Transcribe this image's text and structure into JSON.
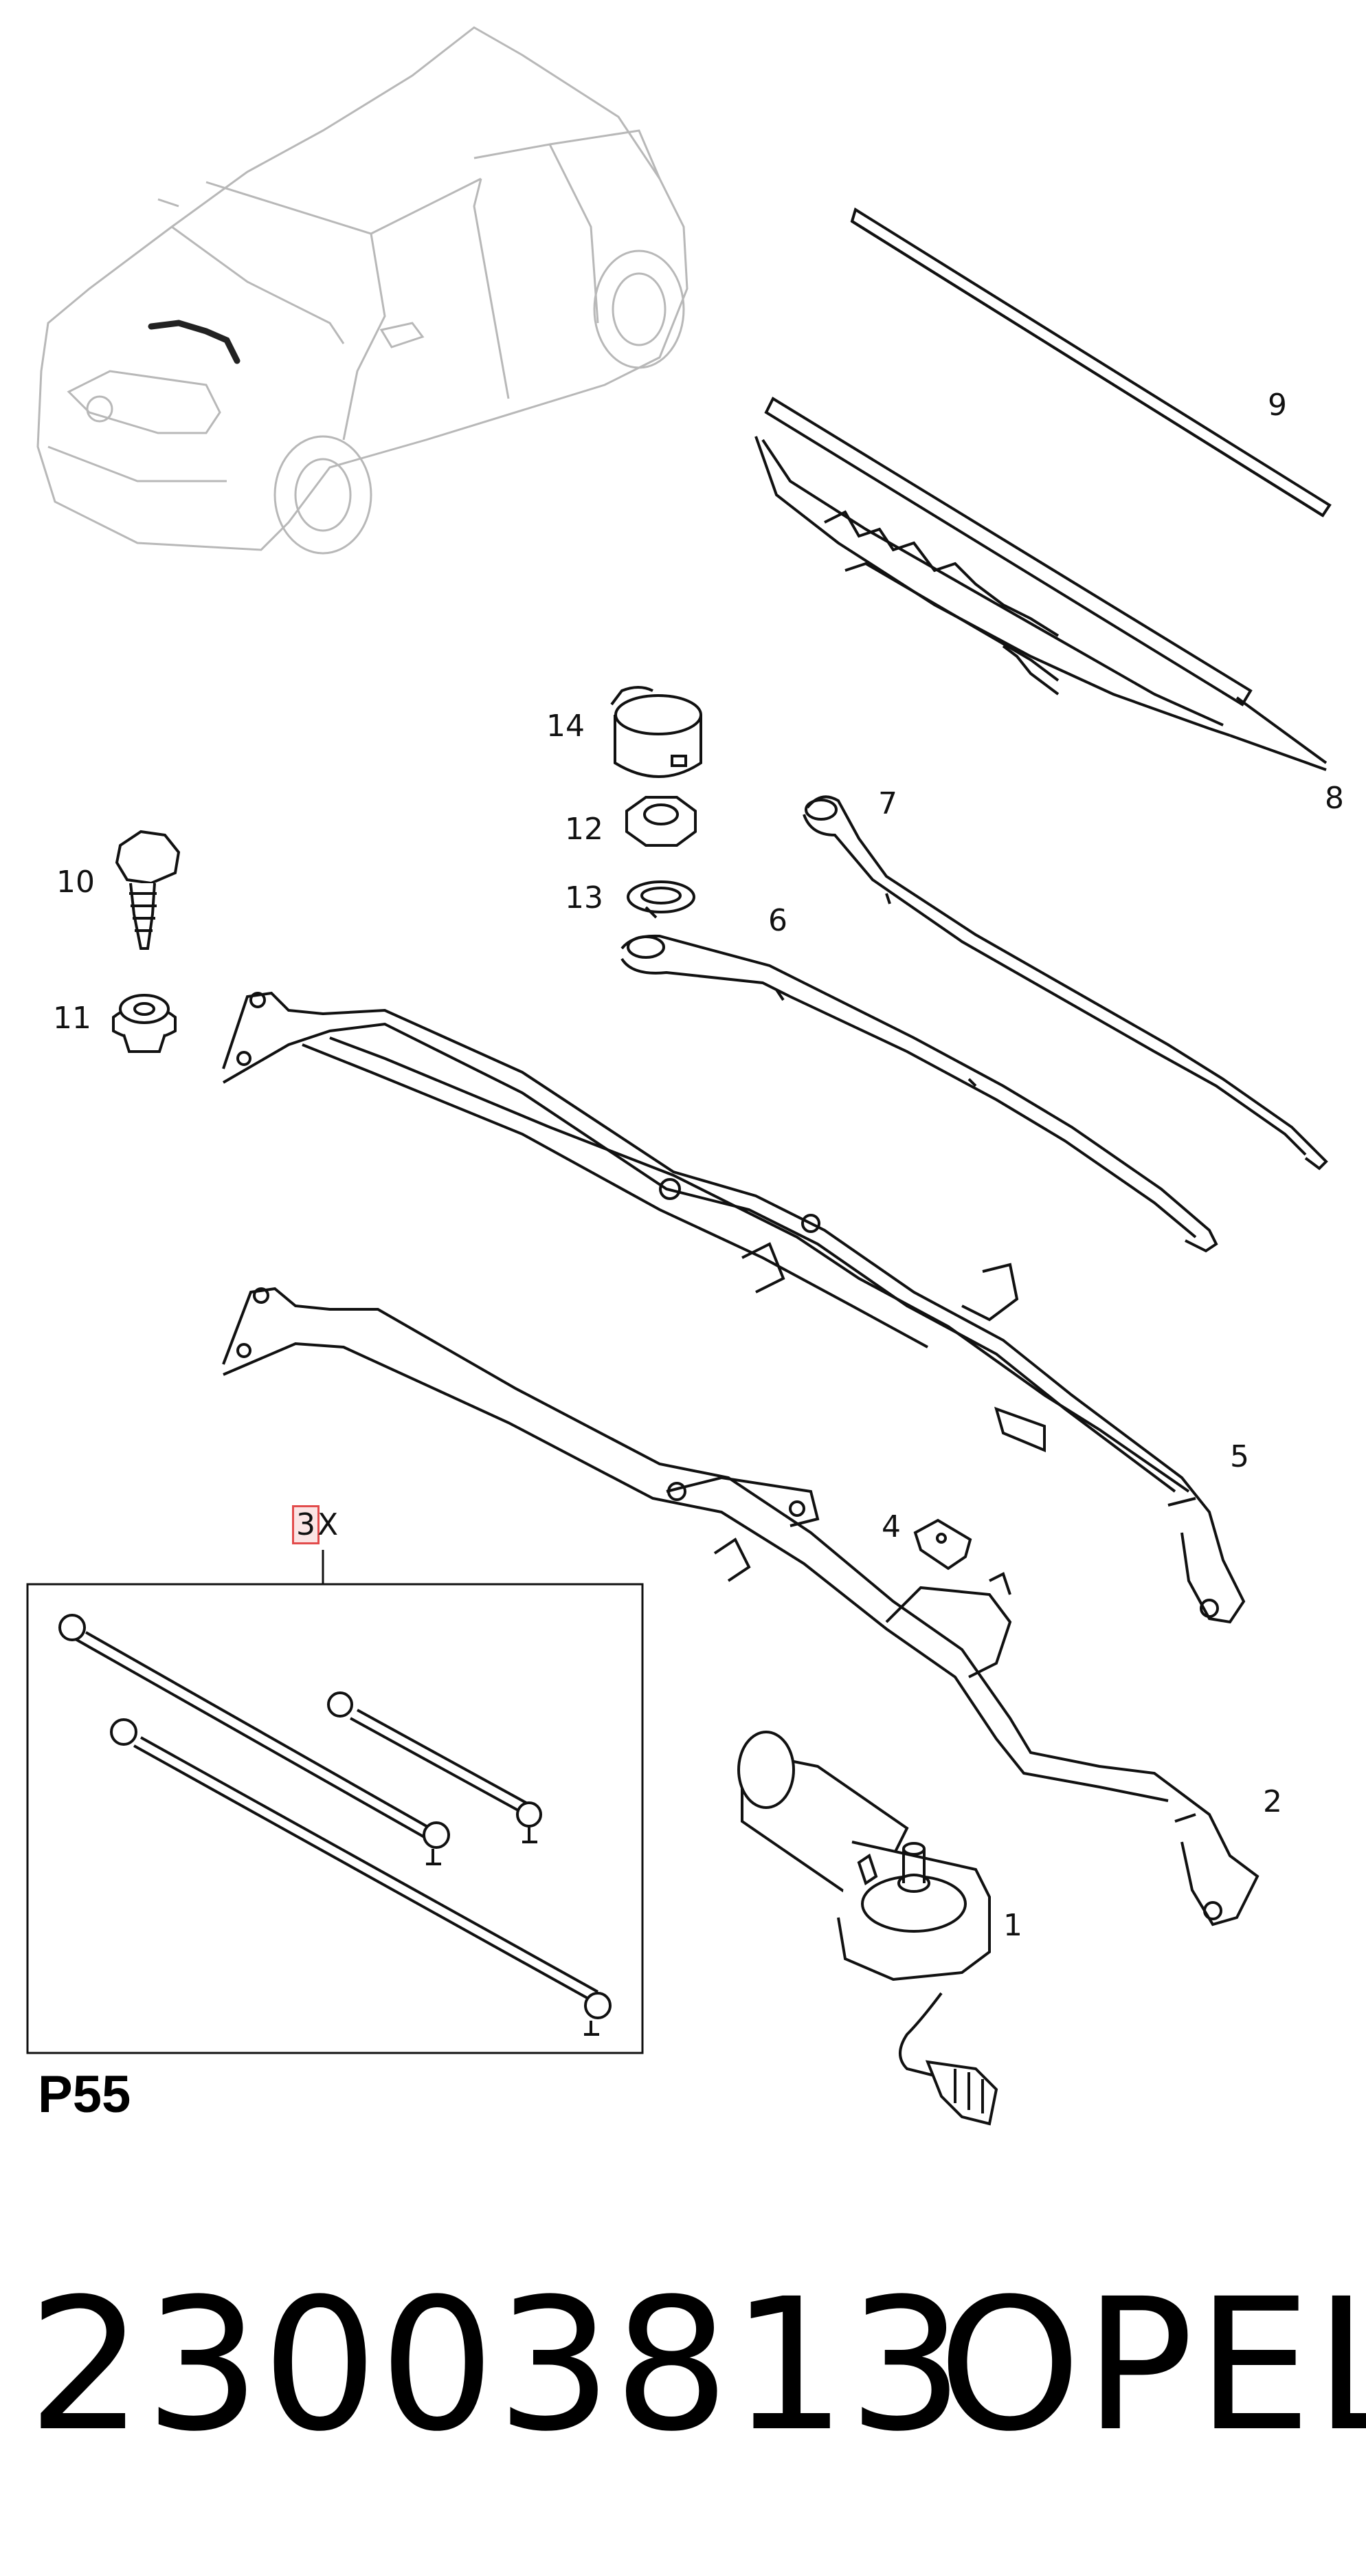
{
  "diagram": {
    "callouts": {
      "c1": "1",
      "c2": "2",
      "c3": "3",
      "c3_suffix": "X",
      "c4": "4",
      "c5": "5",
      "c6": "6",
      "c7": "7",
      "c8": "8",
      "c9": "9",
      "c10": "10",
      "c11": "11",
      "c12": "12",
      "c13": "13",
      "c14": "14"
    },
    "section_code": "P55"
  },
  "footer": {
    "part_number": "23003813",
    "brand": "OPEL"
  },
  "colors": {
    "ink": "#000000",
    "faint_car": "#b8b8b8",
    "highlight": "#e24b4b"
  }
}
